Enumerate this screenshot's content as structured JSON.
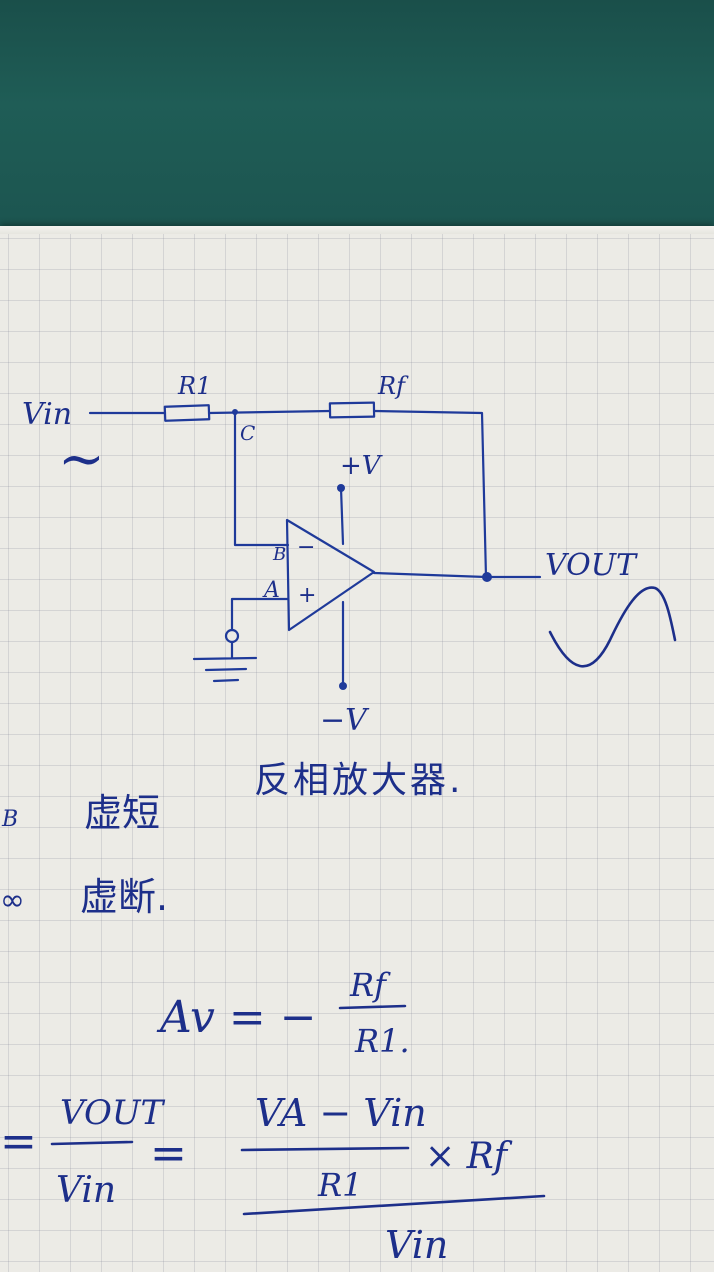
{
  "circuit": {
    "vin_label": "Vin",
    "ac_symbol": "~",
    "r1_label": "R1",
    "rf_label": "Rf",
    "node_c": "C",
    "node_b": "B",
    "node_a": "A",
    "minus_sign": "−",
    "plus_sign": "+",
    "vplus": "+V",
    "vminus": "−V",
    "vout_label": "VOUT",
    "title": "反相放大器."
  },
  "notes": {
    "line1_prefix": "B",
    "line1_text": "虚短",
    "line2_prefix": "∞",
    "line2_text": "虚断."
  },
  "formula1": {
    "lhs": "Av = −",
    "num": "Rf",
    "den": "R1."
  },
  "formula2": {
    "eq1": "=",
    "frac_num": "VOUT",
    "frac_den": "Vin",
    "eq2": "=",
    "inner_num": "VA − Vin",
    "times": "× Rf",
    "inner_den": "R1",
    "outer_den": "Vin"
  }
}
